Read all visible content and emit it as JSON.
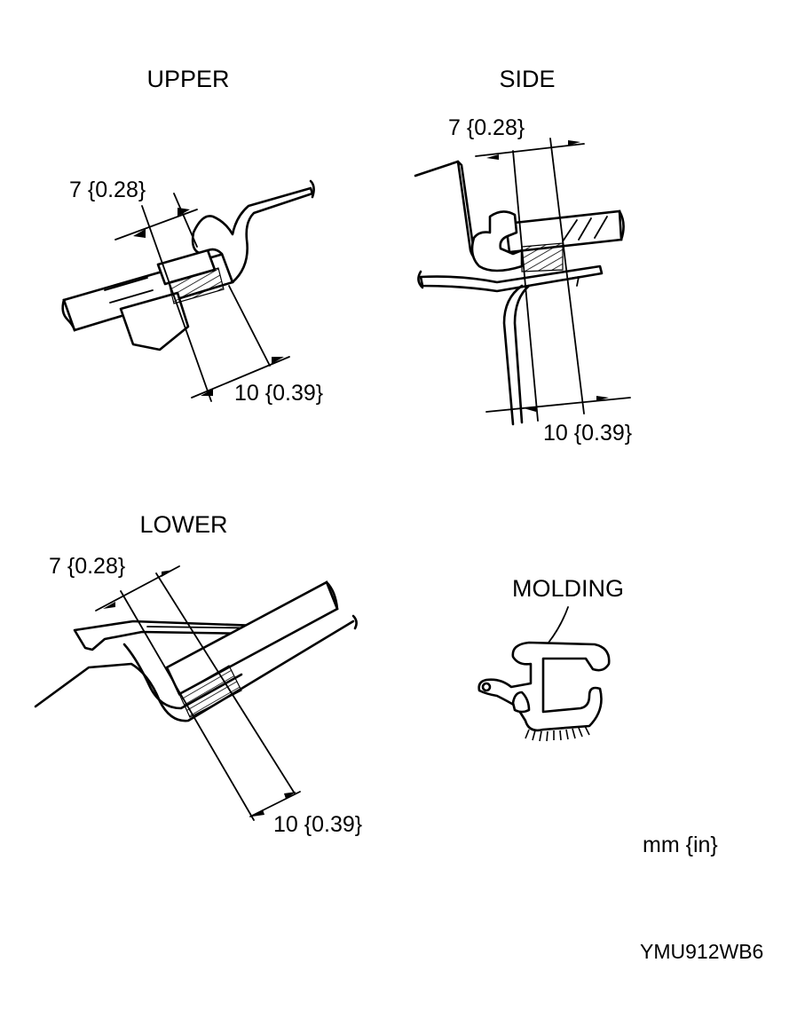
{
  "views": {
    "upper": {
      "title": "UPPER",
      "dim_top": "7 {0.28}",
      "dim_bottom": "10 {0.39}"
    },
    "side": {
      "title": "SIDE",
      "dim_top": "7 {0.28}",
      "dim_bottom": "10 {0.39}"
    },
    "lower": {
      "title": "LOWER",
      "dim_top": "7 {0.28}",
      "dim_bottom": "10 {0.39}"
    },
    "molding": {
      "title": "MOLDING"
    }
  },
  "units": "mm {in}",
  "figure_code": "YMU912WB6"
}
